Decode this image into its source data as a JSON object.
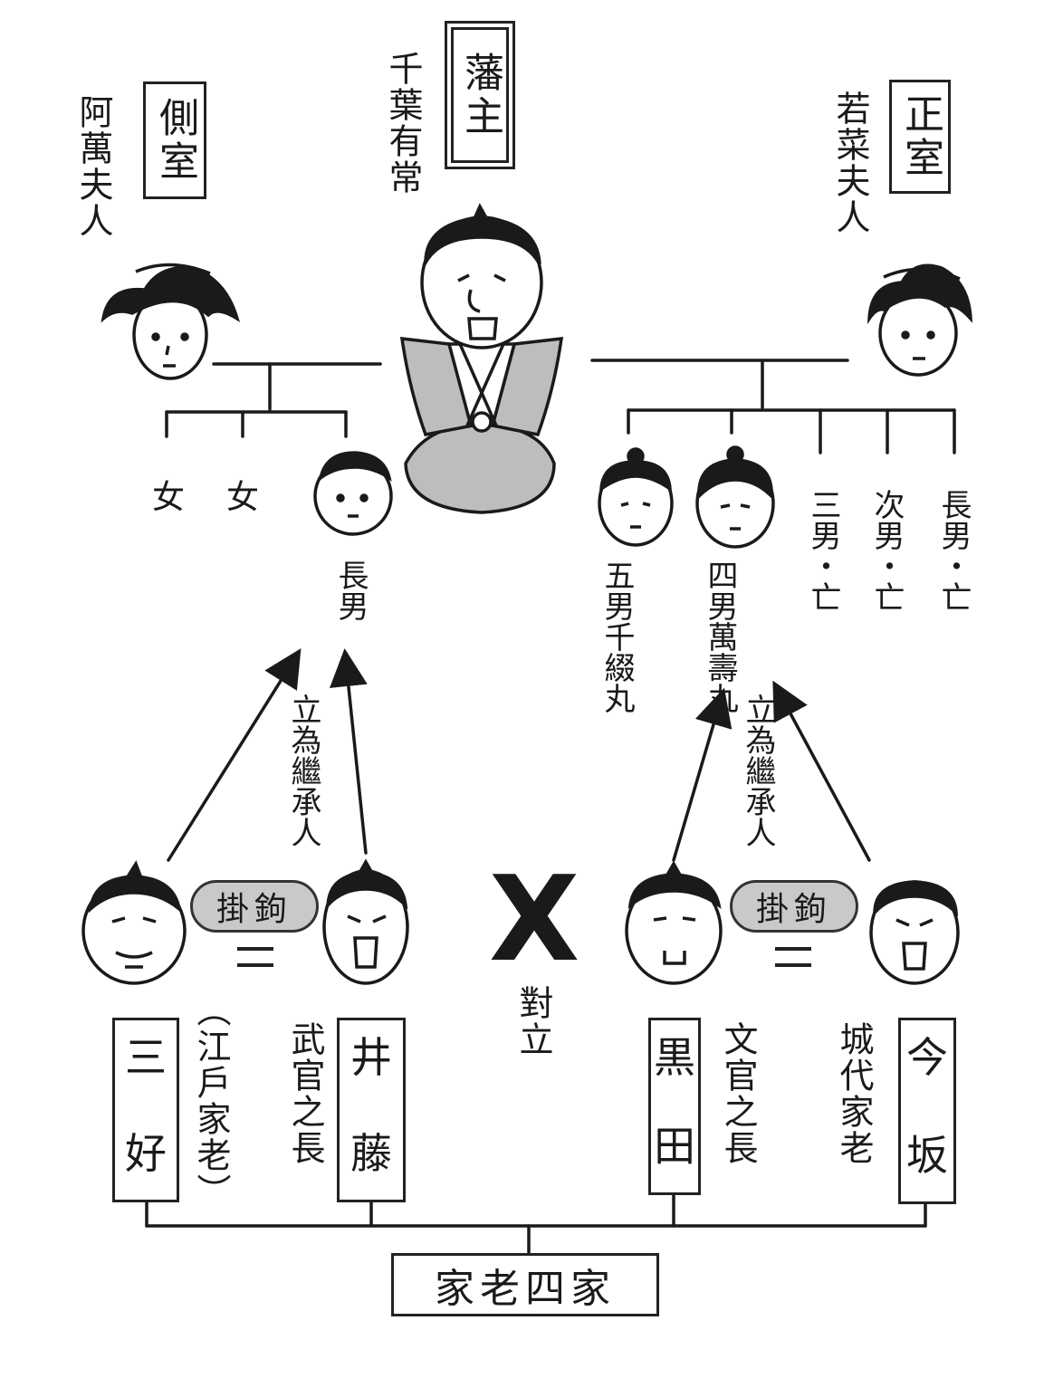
{
  "lord": {
    "title": "藩主",
    "name": "千葉有常"
  },
  "concubine": {
    "title": "側室",
    "name": "阿萬夫人"
  },
  "wife": {
    "title": "正室",
    "name": "若菜夫人"
  },
  "concubine_children": {
    "daughter_1": "女",
    "daughter_2": "女",
    "son": "長男"
  },
  "wife_children": {
    "fifth_son": "五男千綴丸",
    "fourth_son": "四男萬壽丸",
    "third_son": "三男・亡",
    "second_son": "次男・亡",
    "first_son": "長男・亡"
  },
  "heir_label_left": "立為繼承人",
  "heir_label_right": "立為繼承人",
  "alliance_left": "掛鉤",
  "alliance_right": "掛鉤",
  "confront": {
    "symbol": "X",
    "label": "對立"
  },
  "retainers": {
    "miyoshi": {
      "name_top": "三",
      "name_bottom": "好",
      "role": "（江戶家老）"
    },
    "ito": {
      "name_top": "井",
      "name_bottom": "藤",
      "role": "武官之長"
    },
    "kuroda": {
      "name_top": "黒",
      "name_bottom": "田",
      "role": "文官之長"
    },
    "imasaka": {
      "name_top": "今",
      "name_bottom": "坂",
      "role": "城代家老"
    }
  },
  "council": "家老四家",
  "colors": {
    "ink": "#1a1a1a",
    "fill_gray": "#c9c9c9",
    "paper": "#ffffff"
  }
}
